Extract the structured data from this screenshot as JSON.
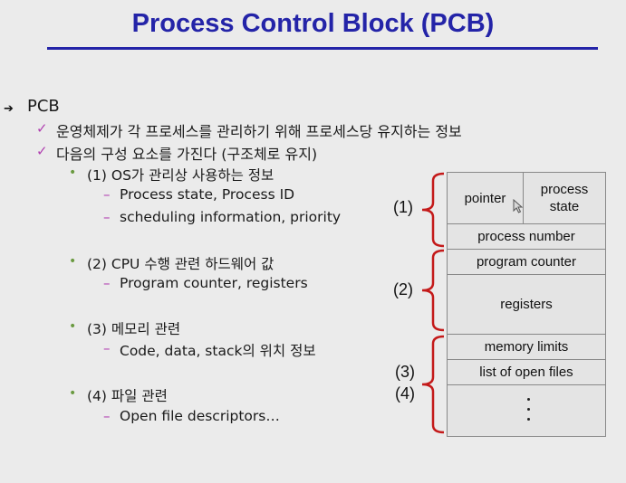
{
  "slide": {
    "title": "Process Control Block (PCB)",
    "l1": "PCB",
    "check1": "운영체제가 각 프로세스를 관리하기 위해 프로세스당 유지하는 정보",
    "check2": "다음의 구성 요소를 가진다 (구조체로 유지)",
    "g1": "(1) OS가 관리상 사용하는 정보",
    "g1a": "Process state, Process ID",
    "g1b": "scheduling information, priority",
    "g2": "(2) CPU 수행 관련 하드웨어 값",
    "g2a": "Program counter, registers",
    "g3": "(3) 메모리 관련",
    "g3a": "Code, data, stack의 위치 정보",
    "g4": "(4) 파일 관련",
    "g4a": "Open file descriptors…"
  },
  "diagram": {
    "pointer": "pointer",
    "process_state_1": "process",
    "process_state_2": "state",
    "process_number": "process number",
    "program_counter": "program counter",
    "registers": "registers",
    "memory_limits": "memory limits",
    "open_files": "list of open files",
    "label1": "(1)",
    "label2": "(2)",
    "label3": "(3)",
    "label4": "(4)",
    "brace_color": "#c41a1a"
  },
  "colors": {
    "title": "#2424a8",
    "check": "#b040b0",
    "dot": "#6a9a40"
  },
  "icons": [
    "arrow-bullet-icon",
    "check-bullet-icon",
    "dot-bullet-icon",
    "dash-bullet-icon",
    "mouse-cursor-icon"
  ]
}
